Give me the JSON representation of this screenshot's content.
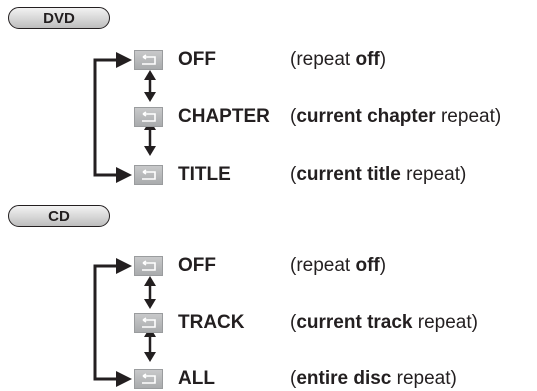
{
  "sections": [
    {
      "badge": "DVD",
      "items": [
        {
          "mode": "OFF",
          "desc": {
            "open": "(",
            "pre": "repeat ",
            "bold": "off",
            "post": ")"
          }
        },
        {
          "mode": "CHAPTER",
          "desc": {
            "open": "(",
            "pre": "",
            "bold": "current chapter",
            "post": " repeat)"
          }
        },
        {
          "mode": "TITLE",
          "desc": {
            "open": "(",
            "pre": "",
            "bold": "current title",
            "post": " repeat)"
          }
        }
      ]
    },
    {
      "badge": "CD",
      "items": [
        {
          "mode": "OFF",
          "desc": {
            "open": "(",
            "pre": "repeat ",
            "bold": "off",
            "post": ")"
          }
        },
        {
          "mode": "TRACK",
          "desc": {
            "open": "(",
            "pre": "",
            "bold": "current track",
            "post": " repeat)"
          }
        },
        {
          "mode": "ALL",
          "desc": {
            "open": "(",
            "pre": "",
            "bold": "entire disc",
            "post": " repeat)"
          }
        }
      ]
    }
  ],
  "icons": {
    "repeat": "repeat-icon",
    "cycle_arrow": "cycle-arrow-icon",
    "up_down_arrow": "up-down-arrow-icon"
  }
}
